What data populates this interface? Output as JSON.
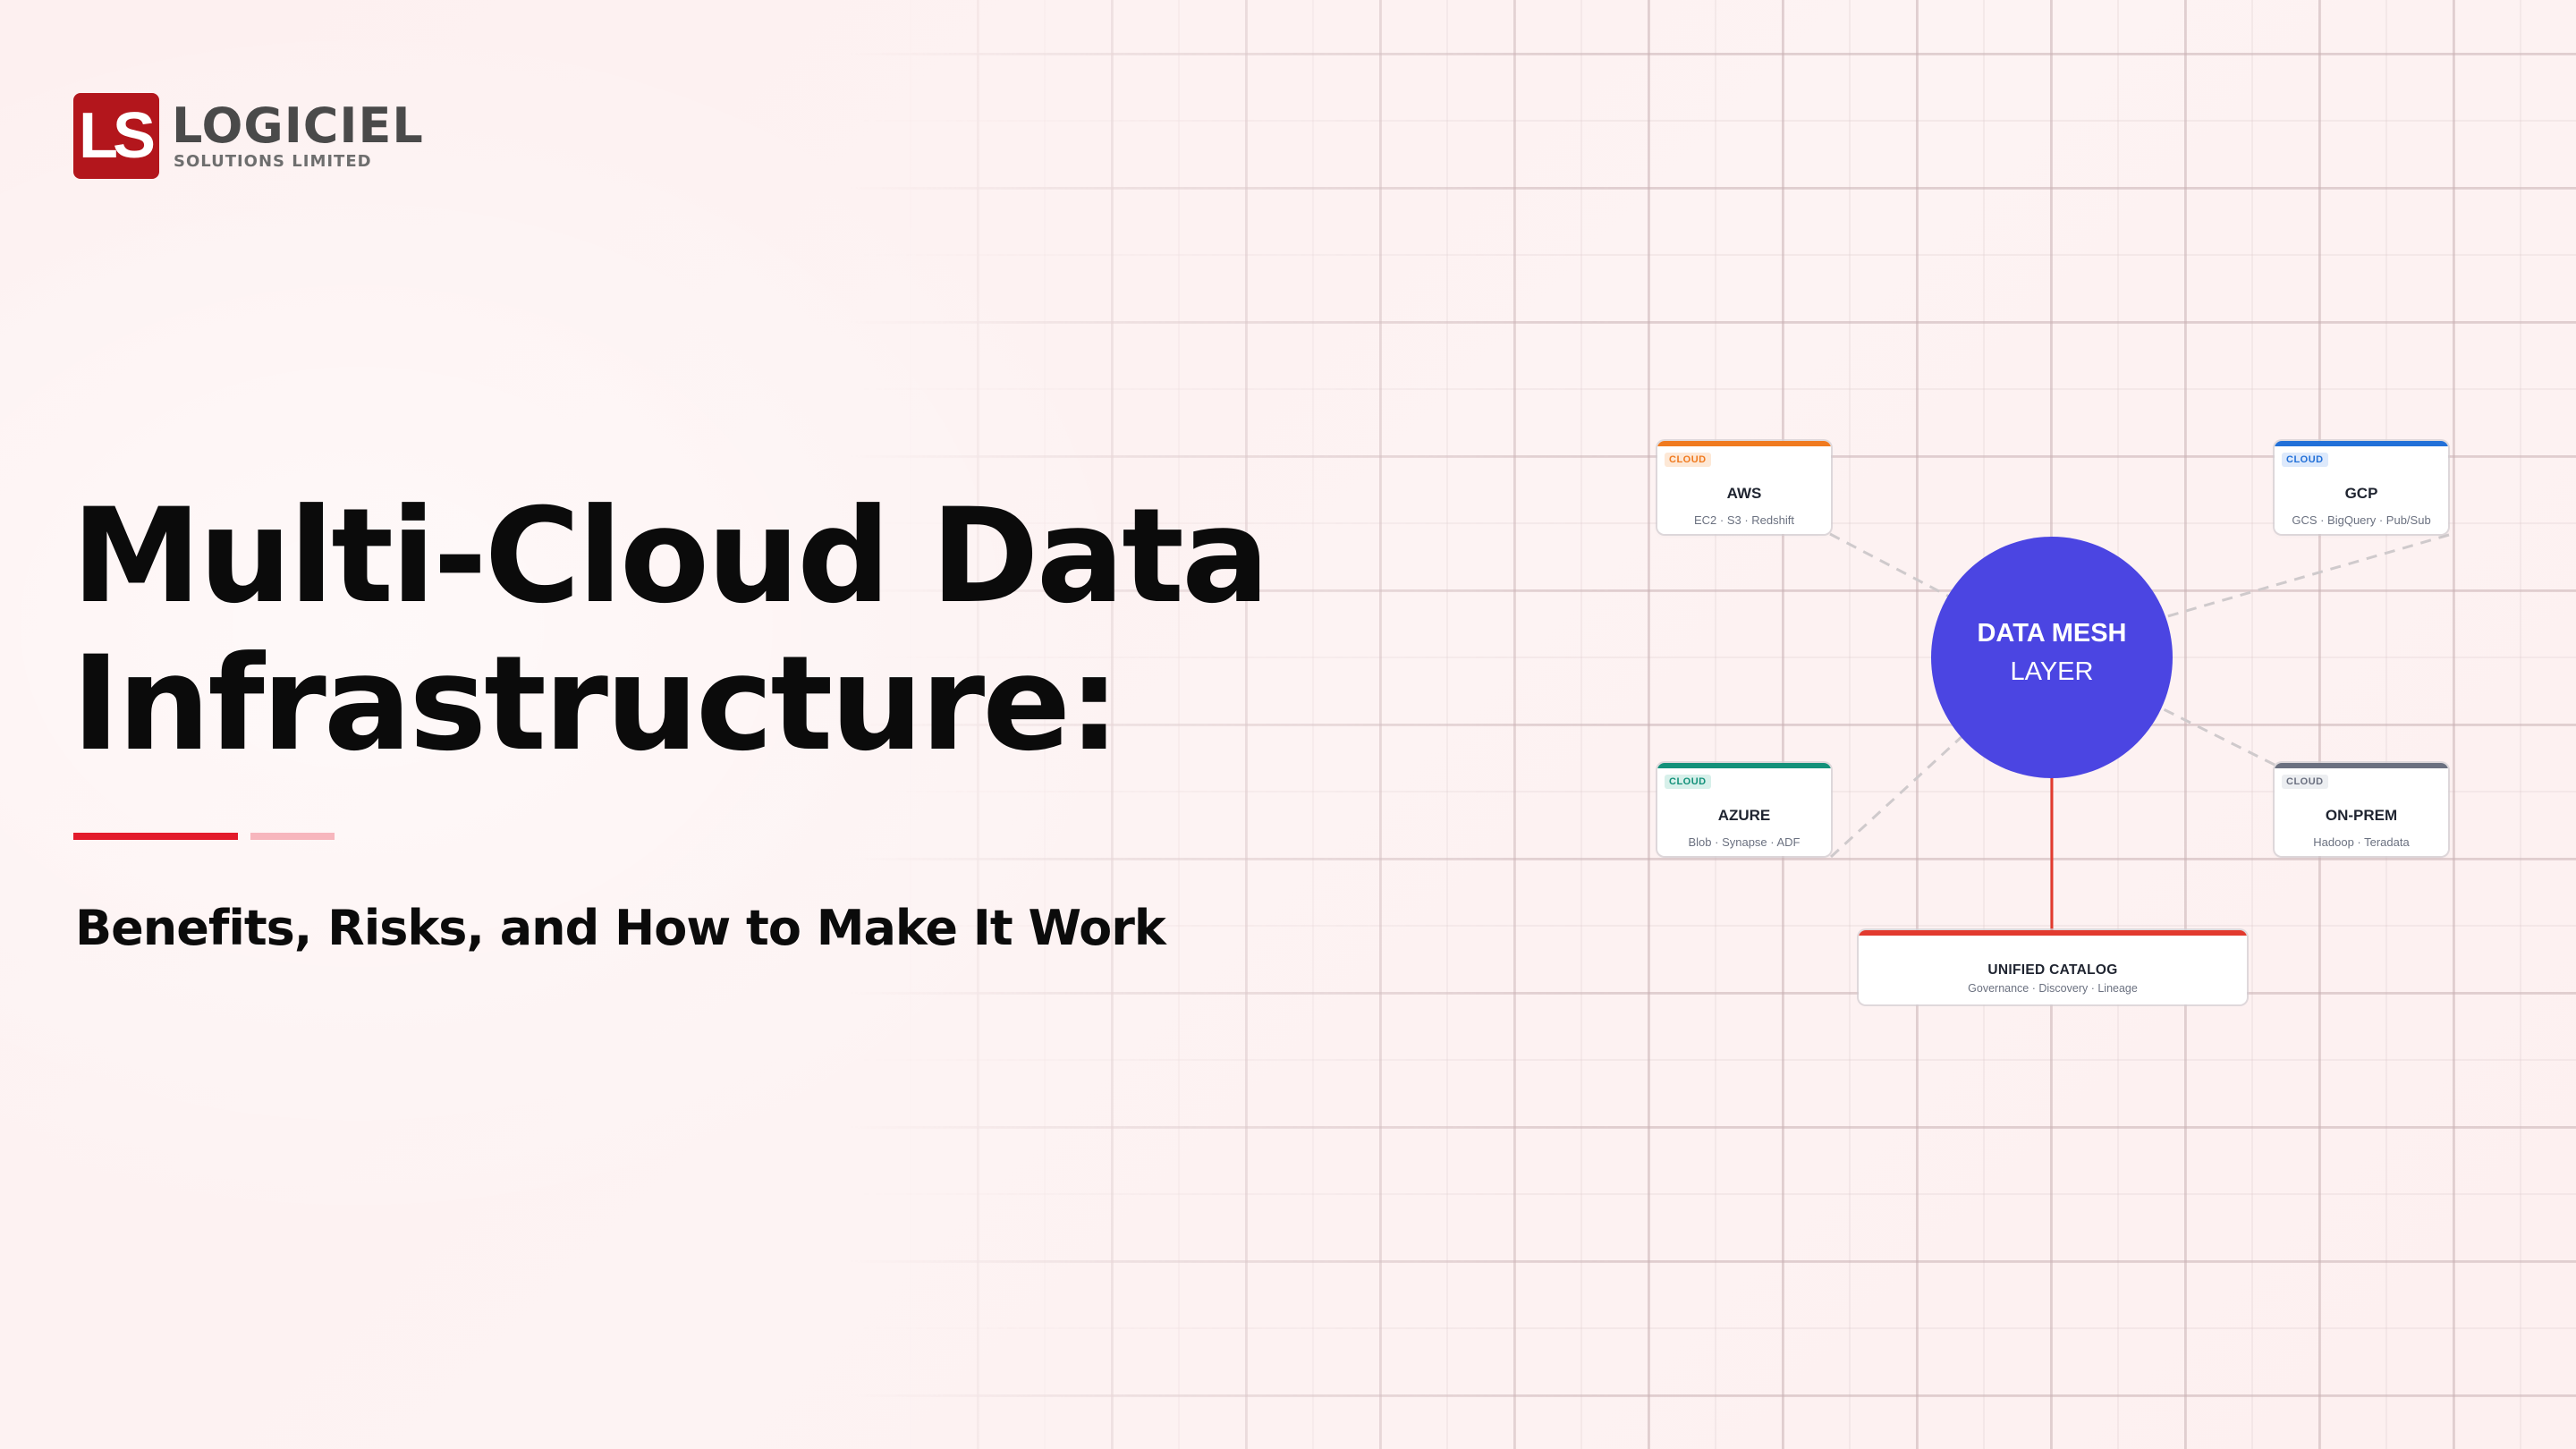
{
  "brand": {
    "mark": "LS",
    "name": "LOGICIEL",
    "tagline": "SOLUTIONS LIMITED",
    "color": "#b3161c"
  },
  "hero": {
    "title_line1": "Multi-Cloud Data",
    "title_line2": "Infrastructure:",
    "subtitle": "Benefits, Risks, and How to Make It Work",
    "underline_colors": [
      "#e31b2b",
      "#f7b6bd"
    ]
  },
  "diagram": {
    "center": {
      "title": "DATA MESH",
      "subtitle": "LAYER",
      "color": "#4b45e2"
    },
    "nodes": [
      {
        "badge": "CLOUD",
        "name": "AWS",
        "services": "EC2 · S3 · Redshift",
        "color": "#f07a1f",
        "badge_bg": "#fde8d6"
      },
      {
        "badge": "CLOUD",
        "name": "GCP",
        "services": "GCS · BigQuery · Pub/Sub",
        "color": "#2270d8",
        "badge_bg": "#dde9fb"
      },
      {
        "badge": "CLOUD",
        "name": "AZURE",
        "services": "Blob · Synapse · ADF",
        "color": "#13917a",
        "badge_bg": "#d7f0ea"
      },
      {
        "badge": "CLOUD",
        "name": "ON-PREM",
        "services": "Hadoop · Teradata",
        "color": "#6b7080",
        "badge_bg": "#eceef1"
      }
    ],
    "catalog": {
      "title": "UNIFIED CATALOG",
      "detail": "Governance · Discovery · Lineage",
      "color": "#e23a2e"
    }
  }
}
